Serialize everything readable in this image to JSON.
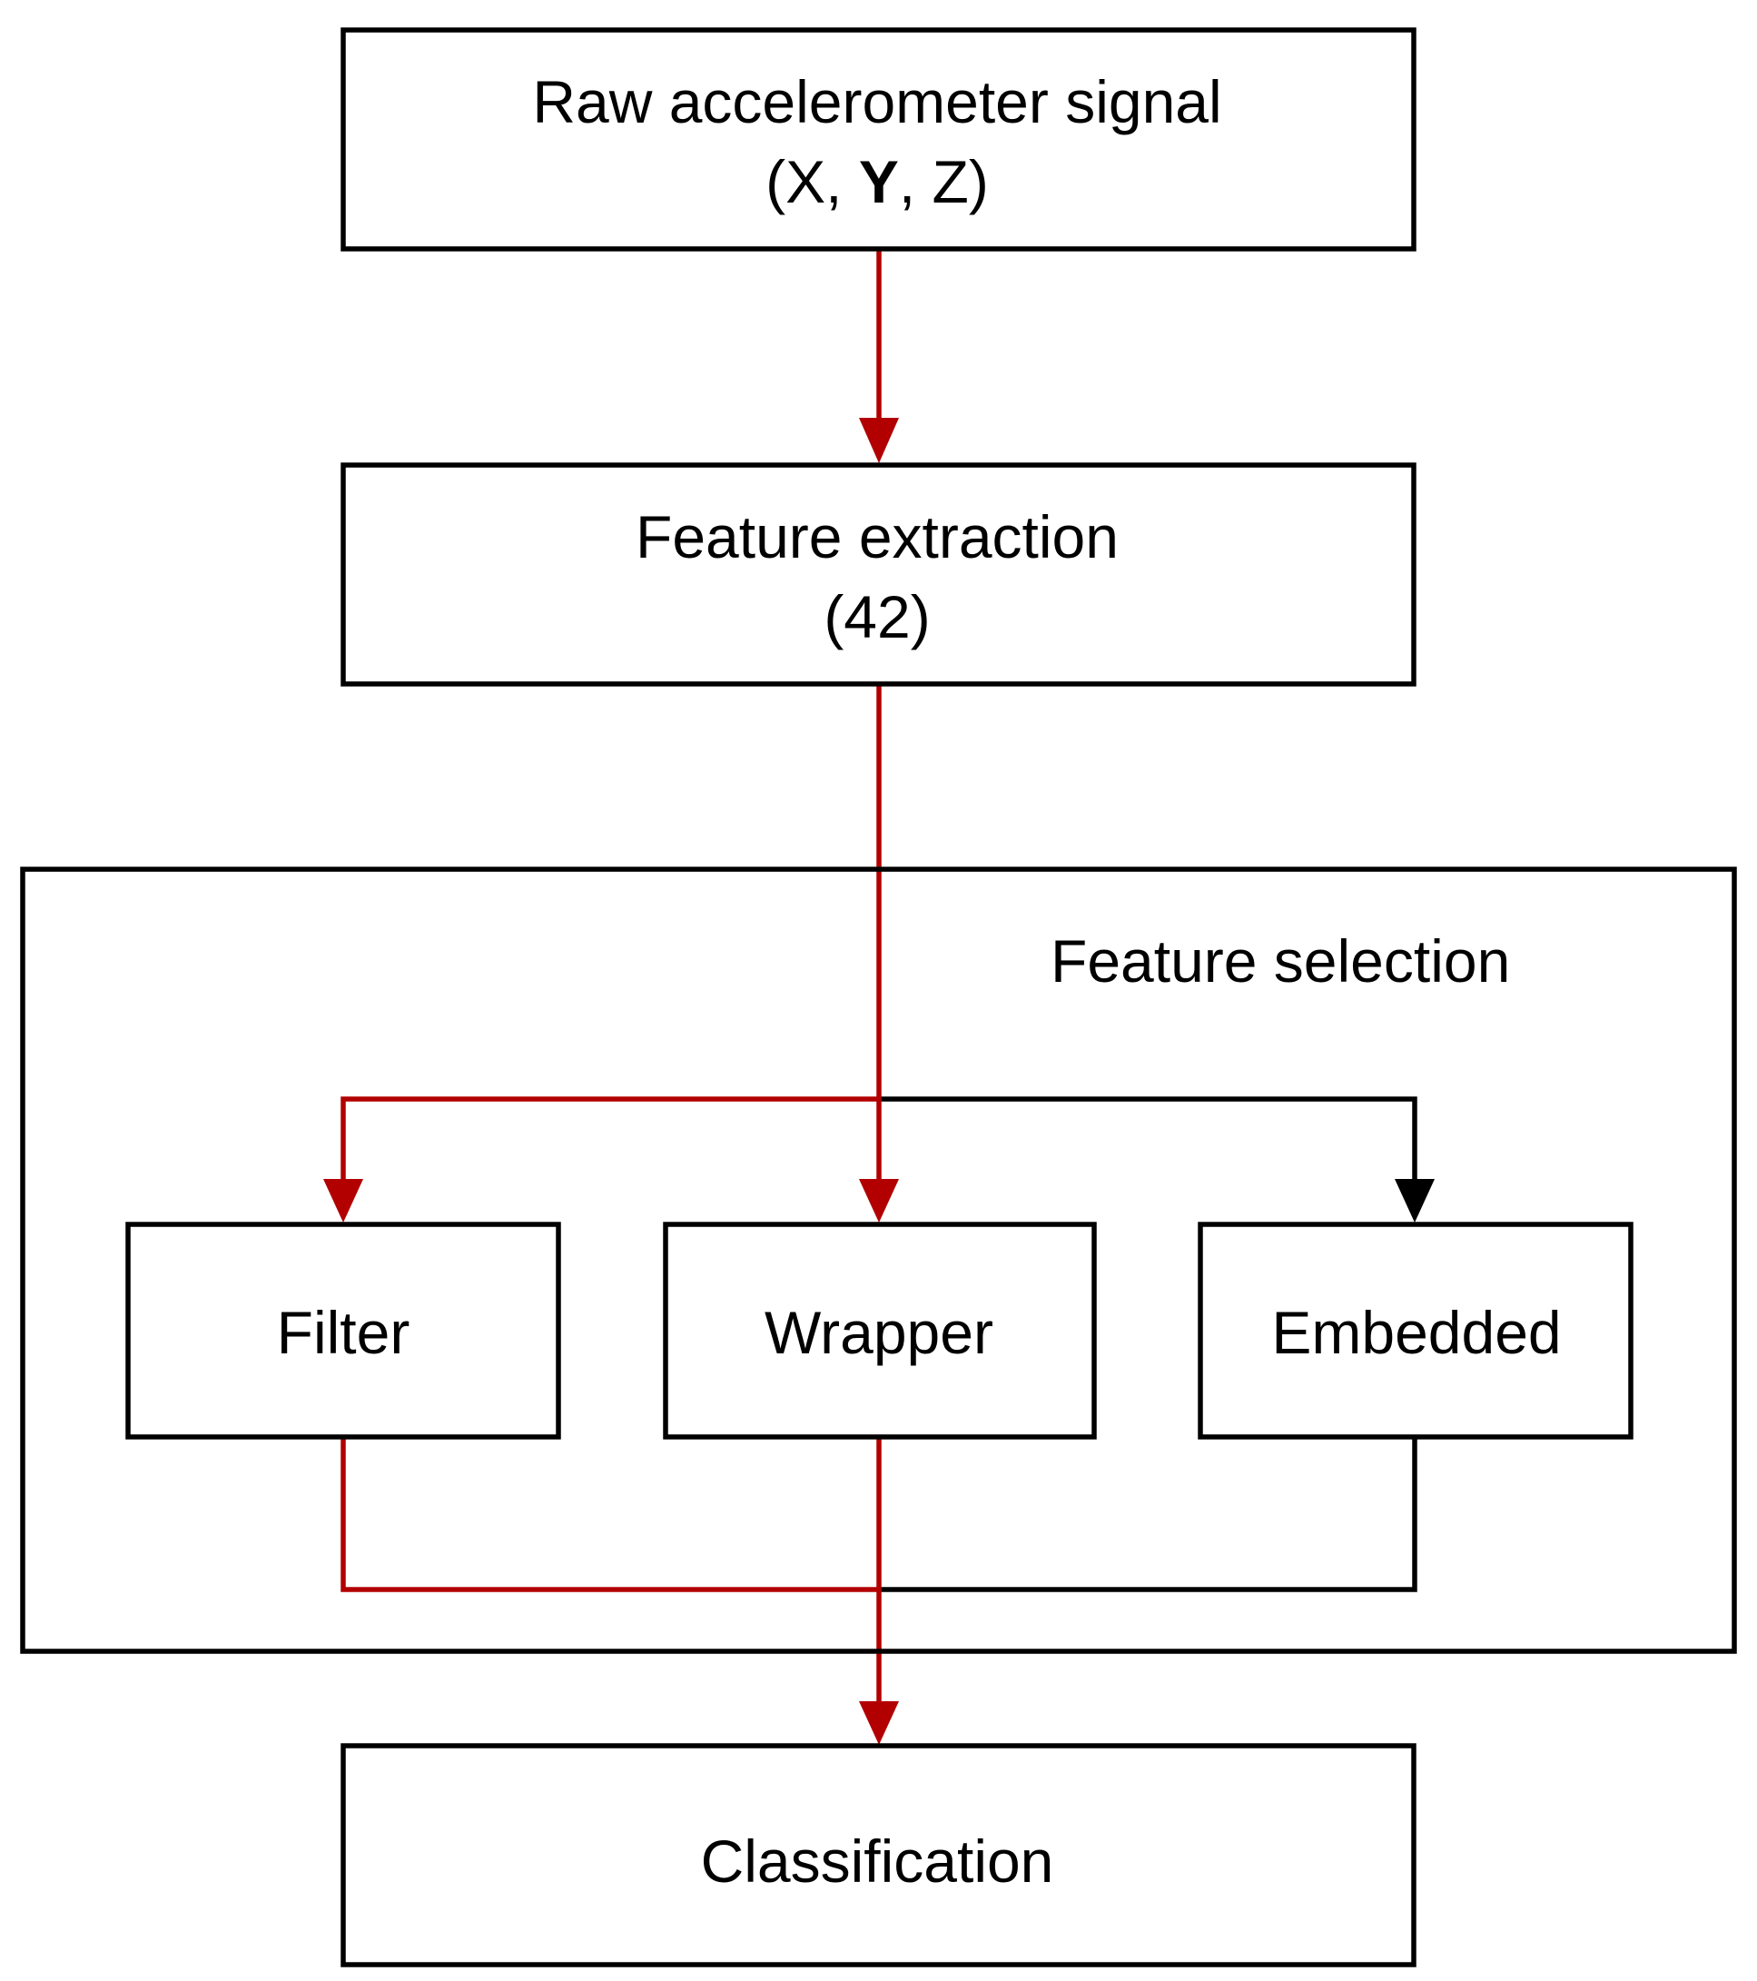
{
  "nodes": {
    "raw_signal": {
      "line1": "Raw accelerometer signal",
      "line2_open": "(X, ",
      "line2_bold": "Y",
      "line2_close": ", Z)"
    },
    "feature_extraction": {
      "line1": "Feature extraction",
      "line2": "(42)"
    },
    "feature_selection": {
      "label": "Feature selection"
    },
    "filter": {
      "label": "Filter"
    },
    "wrapper": {
      "label": "Wrapper"
    },
    "embedded": {
      "label": "Embedded"
    },
    "classification": {
      "label": "Classification"
    }
  },
  "edges": [
    {
      "from": "raw_signal",
      "to": "feature_extraction",
      "color": "red"
    },
    {
      "from": "feature_extraction",
      "to": "filter",
      "color": "red"
    },
    {
      "from": "feature_extraction",
      "to": "wrapper",
      "color": "red"
    },
    {
      "from": "feature_extraction",
      "to": "embedded",
      "color": "black"
    },
    {
      "from": "filter",
      "to": "classification",
      "color": "red"
    },
    {
      "from": "wrapper",
      "to": "classification",
      "color": "red"
    },
    {
      "from": "embedded",
      "to": "classification",
      "color": "black"
    }
  ],
  "colors": {
    "highlight_path": "#b20000",
    "default_path": "#000000",
    "box_stroke": "#000000",
    "background": "#ffffff"
  }
}
